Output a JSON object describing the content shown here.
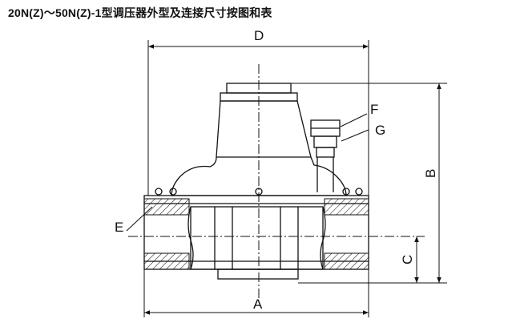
{
  "title": "20N(Z)～50N(Z)-1型调压器外型及连接尺寸按图和表",
  "labels": {
    "D": "D",
    "A": "A",
    "B": "B",
    "C": "C",
    "E": "E",
    "F": "F",
    "G": "G"
  },
  "colors": {
    "line": "#111111",
    "hatch": "#111111",
    "background": "#ffffff"
  }
}
